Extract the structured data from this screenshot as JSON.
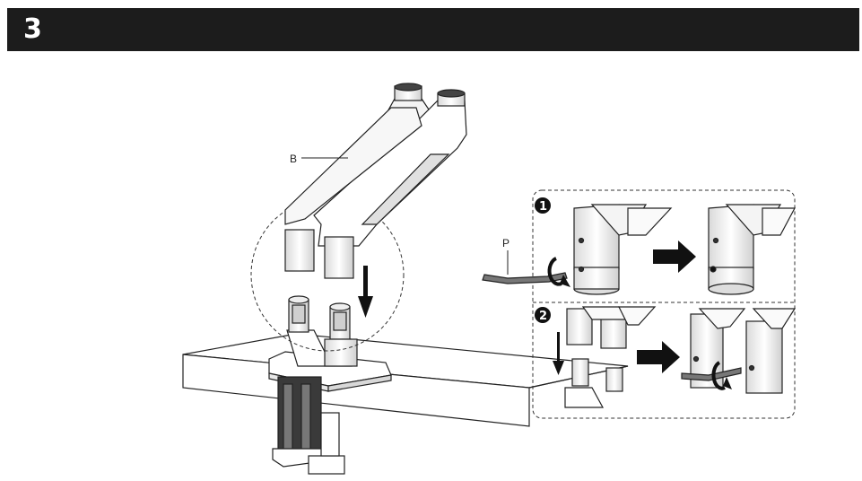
{
  "step": {
    "number": "3"
  },
  "labels": {
    "arm_part": "B",
    "tool_part": "P"
  },
  "substeps": [
    {
      "badge": "1"
    },
    {
      "badge": "2"
    }
  ],
  "colors": {
    "header_bg": "#1c1c1c",
    "header_text": "#ffffff",
    "line": "#222222",
    "arm_fill": "#f2f2f2"
  }
}
